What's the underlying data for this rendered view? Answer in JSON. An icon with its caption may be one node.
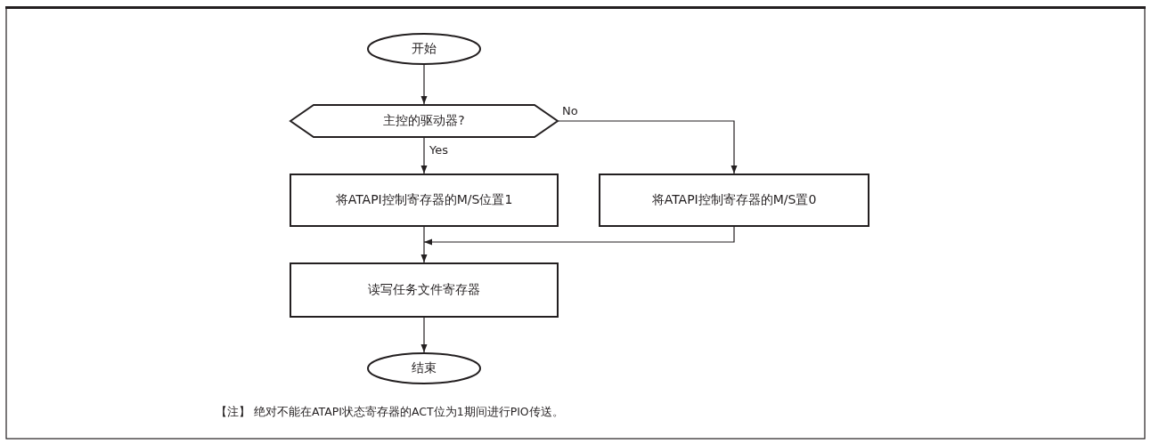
{
  "diagram": {
    "nodes": [
      {
        "text": [
          "开始"
        ]
      },
      {
        "text": [
          "主控的驱动器?"
        ]
      },
      {
        "text": [
          "将ATAPI控制寄存器的M/S位置1"
        ]
      },
      {
        "text": [
          "将ATAPI控制寄存器的M/S置0"
        ]
      },
      {
        "text": [
          "读写任务文件寄存器"
        ]
      },
      {
        "text": [
          "结束"
        ]
      }
    ],
    "edges": [
      {
        "from": 0,
        "to": 1,
        "arrow": "to"
      },
      {
        "from": 1,
        "to": 2,
        "arrow": "to",
        "label": "Yes"
      },
      {
        "from": 1,
        "to": 3,
        "arrow": "to",
        "label": "No"
      },
      {
        "from": 2,
        "to": 4,
        "arrow": "to"
      },
      {
        "from": 3,
        "to": 4,
        "arrow": "to"
      },
      {
        "from": 4,
        "to": 5,
        "arrow": "to"
      }
    ],
    "labels": [
      "【注】 绝对不能在ATAPI状态寄存器的ACT位为1期间进行PIO传送。"
    ]
  }
}
